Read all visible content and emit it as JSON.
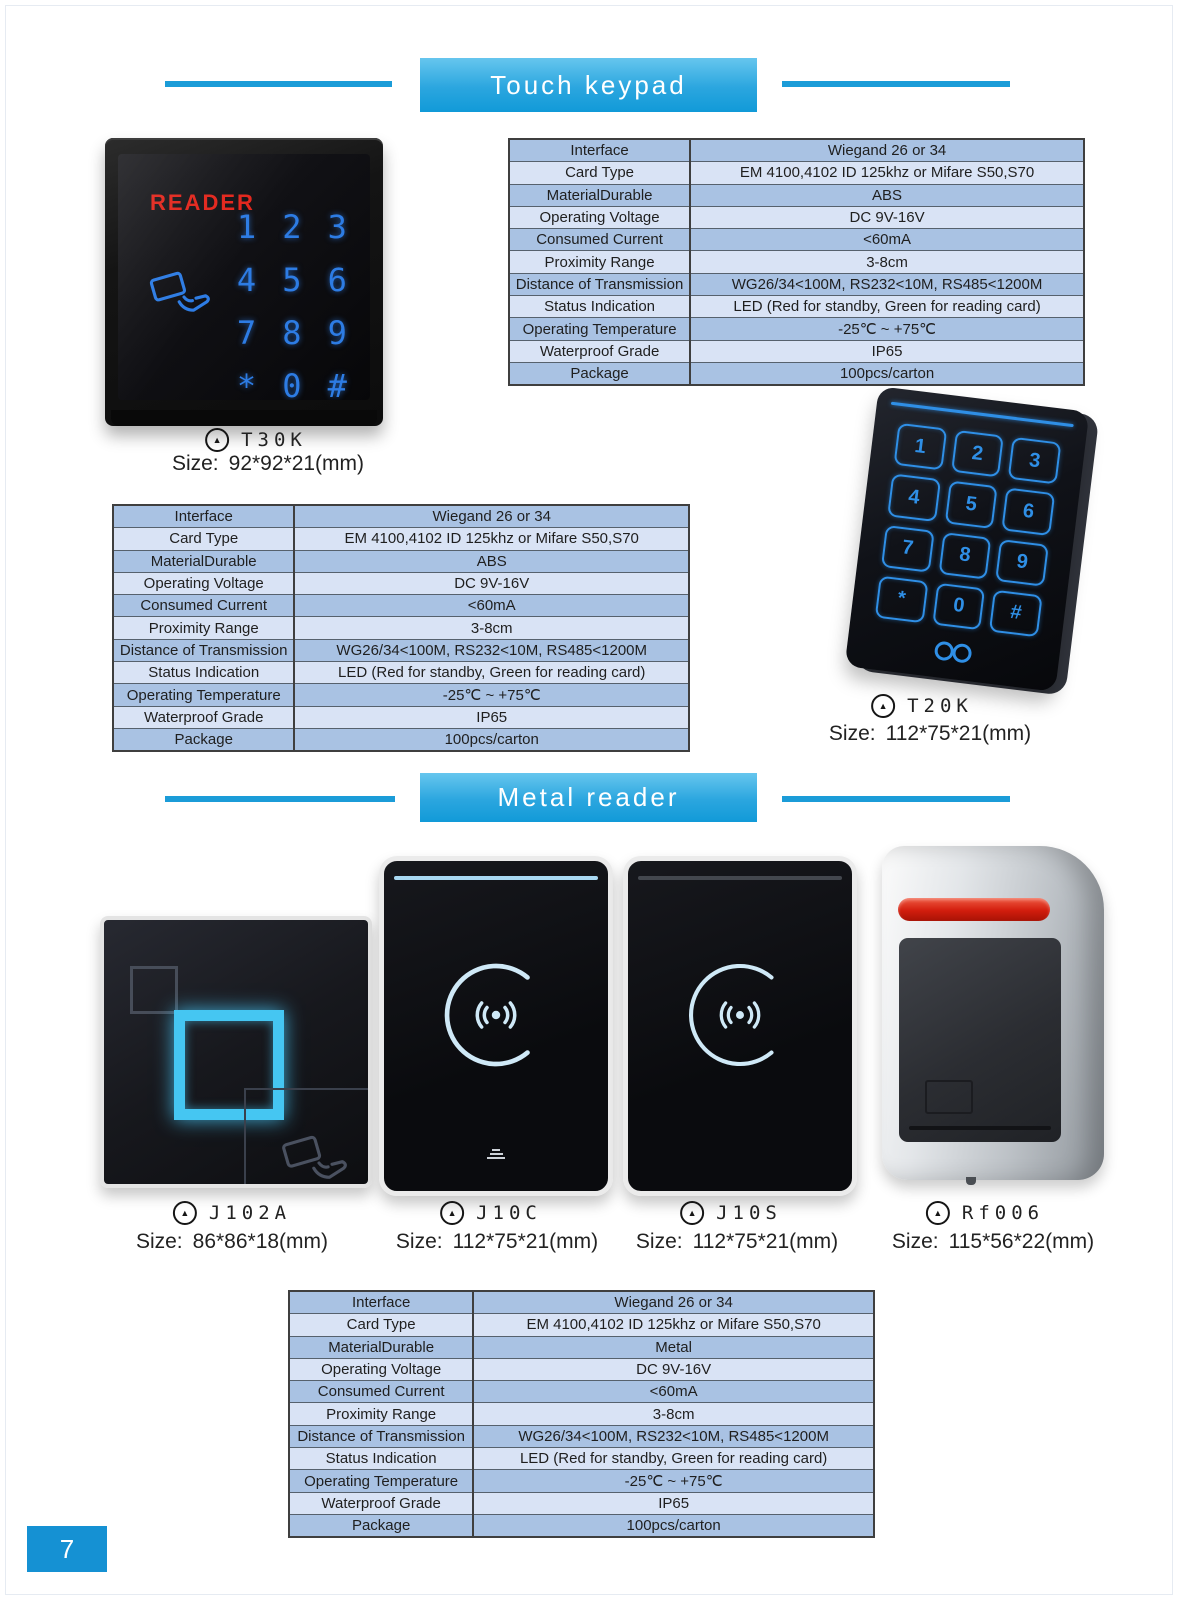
{
  "sections": {
    "touch": "Touch keypad",
    "metal": "Metal reader"
  },
  "page_number": "7",
  "icons": {
    "triangle_marker": "▲"
  },
  "colors": {
    "accent_blue": "#1b9cd8",
    "table_row_dark": "#a9c2e3",
    "table_row_light": "#d9e3f5",
    "keypad_blue": "#2f8fe6",
    "reader_brand_red": "#e3251b",
    "led_red": "#d21d0d",
    "page_number_bg": "#1591d3"
  },
  "keypad": {
    "t30k_brand": "READER",
    "keys": [
      "1",
      "2",
      "3",
      "4",
      "5",
      "6",
      "7",
      "8",
      "9",
      "*",
      "0",
      "#"
    ]
  },
  "products": [
    {
      "code": "T30K",
      "size_label": "Size:",
      "size": "92*92*21(mm)"
    },
    {
      "code": "T20K",
      "size_label": "Size:",
      "size": "112*75*21(mm)"
    },
    {
      "code": "J102A",
      "size_label": "Size:",
      "size": "86*86*18(mm)"
    },
    {
      "code": "J10C",
      "size_label": "Size:",
      "size": "112*75*21(mm)"
    },
    {
      "code": "J10S",
      "size_label": "Size:",
      "size": "112*75*21(mm)"
    },
    {
      "code": "Rf006",
      "size_label": "Size:",
      "size": "115*56*22(mm)"
    }
  ],
  "tables": {
    "t30k": [
      {
        "label": "Interface",
        "value": "Wiegand 26 or 34"
      },
      {
        "label": "Card Type",
        "value": "EM 4100,4102 ID 125khz or Mifare S50,S70"
      },
      {
        "label": "MaterialDurable",
        "value": "ABS"
      },
      {
        "label": "Operating Voltage",
        "value": "DC 9V-16V"
      },
      {
        "label": "Consumed Current",
        "value": "<60mA"
      },
      {
        "label": "Proximity Range",
        "value": "3-8cm"
      },
      {
        "label": "Distance of Transmission",
        "value": "WG26/34<100M, RS232<10M, RS485<1200M"
      },
      {
        "label": "Status Indication",
        "value": "LED (Red for standby, Green for reading card)"
      },
      {
        "label": "Operating Temperature",
        "value": "-25℃ ~ +75℃"
      },
      {
        "label": "Waterproof Grade",
        "value": "IP65"
      },
      {
        "label": "Package",
        "value": "100pcs/carton"
      }
    ],
    "t20k": [
      {
        "label": "Interface",
        "value": "Wiegand 26 or 34"
      },
      {
        "label": "Card Type",
        "value": "EM 4100,4102 ID 125khz or Mifare S50,S70"
      },
      {
        "label": "MaterialDurable",
        "value": "ABS"
      },
      {
        "label": "Operating Voltage",
        "value": "DC 9V-16V"
      },
      {
        "label": "Consumed Current",
        "value": "<60mA"
      },
      {
        "label": "Proximity Range",
        "value": "3-8cm"
      },
      {
        "label": "Distance of Transmission",
        "value": "WG26/34<100M, RS232<10M, RS485<1200M"
      },
      {
        "label": "Status Indication",
        "value": "LED (Red for standby, Green for reading card)"
      },
      {
        "label": "Operating Temperature",
        "value": "-25℃ ~ +75℃"
      },
      {
        "label": "Waterproof Grade",
        "value": "IP65"
      },
      {
        "label": "Package",
        "value": "100pcs/carton"
      }
    ],
    "metal": [
      {
        "label": "Interface",
        "value": "Wiegand 26 or 34"
      },
      {
        "label": "Card Type",
        "value": "EM 4100,4102 ID 125khz or Mifare S50,S70"
      },
      {
        "label": "MaterialDurable",
        "value": "Metal"
      },
      {
        "label": "Operating Voltage",
        "value": "DC 9V-16V"
      },
      {
        "label": "Consumed Current",
        "value": "<60mA"
      },
      {
        "label": "Proximity Range",
        "value": "3-8cm"
      },
      {
        "label": "Distance of Transmission",
        "value": "WG26/34<100M, RS232<10M, RS485<1200M"
      },
      {
        "label": "Status Indication",
        "value": "LED (Red for standby, Green for reading card)"
      },
      {
        "label": "Operating Temperature",
        "value": "-25℃ ~ +75℃"
      },
      {
        "label": "Waterproof Grade",
        "value": "IP65"
      },
      {
        "label": "Package",
        "value": "100pcs/carton"
      }
    ]
  }
}
